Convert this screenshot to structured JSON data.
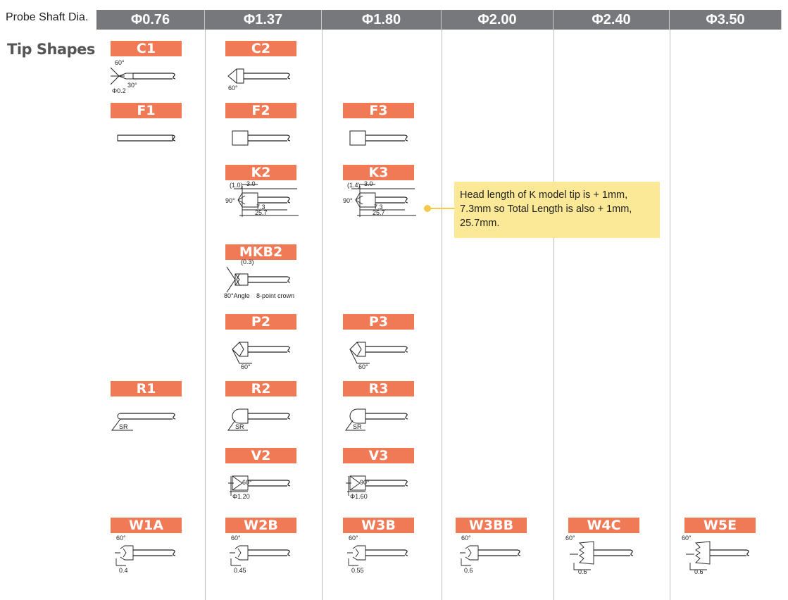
{
  "header": {
    "shaft_label": "Probe Shaft Dia.",
    "tip_title": "Tip Shapes"
  },
  "columns": [
    "Φ0.76",
    "Φ1.37",
    "Φ1.80",
    "Φ2.00",
    "Φ2.40",
    "Φ3.50"
  ],
  "tips": [
    {
      "name": "C1",
      "col": 0,
      "row": 0,
      "shape": "cone",
      "labels": [
        "60°",
        "30°",
        "Φ0.2"
      ]
    },
    {
      "name": "C2",
      "col": 1,
      "row": 0,
      "shape": "cone2",
      "labels": [
        "60°"
      ]
    },
    {
      "name": "F1",
      "col": 0,
      "row": 1,
      "shape": "flat",
      "labels": []
    },
    {
      "name": "F2",
      "col": 1,
      "row": 1,
      "shape": "flathead",
      "labels": []
    },
    {
      "name": "F3",
      "col": 2,
      "row": 1,
      "shape": "flathead",
      "labels": []
    },
    {
      "name": "K2",
      "col": 1,
      "row": 2,
      "shape": "k",
      "labels": [
        "(1.0)",
        "3.0",
        "90°",
        "7.3",
        "25.7"
      ]
    },
    {
      "name": "K3",
      "col": 2,
      "row": 2,
      "shape": "k",
      "labels": [
        "(1.4)",
        "3.0",
        "90°",
        "7.3",
        "25.7"
      ]
    },
    {
      "name": "MKB2",
      "col": 1,
      "row": 3,
      "shape": "mkb",
      "labels": [
        "(0.3)",
        "80°Angle",
        "8-point crown"
      ]
    },
    {
      "name": "P2",
      "col": 1,
      "row": 4,
      "shape": "p",
      "labels": [
        "60°"
      ]
    },
    {
      "name": "P3",
      "col": 2,
      "row": 4,
      "shape": "p",
      "labels": [
        "60°"
      ]
    },
    {
      "name": "R1",
      "col": 0,
      "row": 5,
      "shape": "r1",
      "labels": [
        "SR"
      ]
    },
    {
      "name": "R2",
      "col": 1,
      "row": 5,
      "shape": "r",
      "labels": [
        "SR"
      ]
    },
    {
      "name": "R3",
      "col": 2,
      "row": 5,
      "shape": "r",
      "labels": [
        "SR"
      ]
    },
    {
      "name": "V2",
      "col": 1,
      "row": 6,
      "shape": "v",
      "labels": [
        "60°",
        "Φ1.20"
      ]
    },
    {
      "name": "V3",
      "col": 2,
      "row": 6,
      "shape": "v",
      "labels": [
        "90°",
        "Φ1.60"
      ]
    },
    {
      "name": "W1A",
      "col": 0,
      "row": 7,
      "shape": "w",
      "labels": [
        "60°",
        "0.4"
      ]
    },
    {
      "name": "W2B",
      "col": 1,
      "row": 7,
      "shape": "w",
      "labels": [
        "60°",
        "0.45"
      ]
    },
    {
      "name": "W3B",
      "col": 2,
      "row": 7,
      "shape": "w",
      "labels": [
        "60°",
        "0.55"
      ]
    },
    {
      "name": "W3BB",
      "col": 3,
      "row": 7,
      "shape": "w",
      "labels": [
        "60°",
        "0.6"
      ]
    },
    {
      "name": "W4C",
      "col": 4,
      "row": 7,
      "shape": "wbig",
      "labels": [
        "60°",
        "0.6"
      ]
    },
    {
      "name": "W5E",
      "col": 5,
      "row": 7,
      "shape": "wbig",
      "labels": [
        "60°",
        "0.6"
      ]
    }
  ],
  "callout": {
    "text": "Head length of K model tip is + 1mm, 7.3mm so Total Length  is also + 1mm, 25.7mm."
  },
  "colors": {
    "badge": "#ef7a55",
    "header": "#77787b",
    "callout": "#fbe998"
  }
}
